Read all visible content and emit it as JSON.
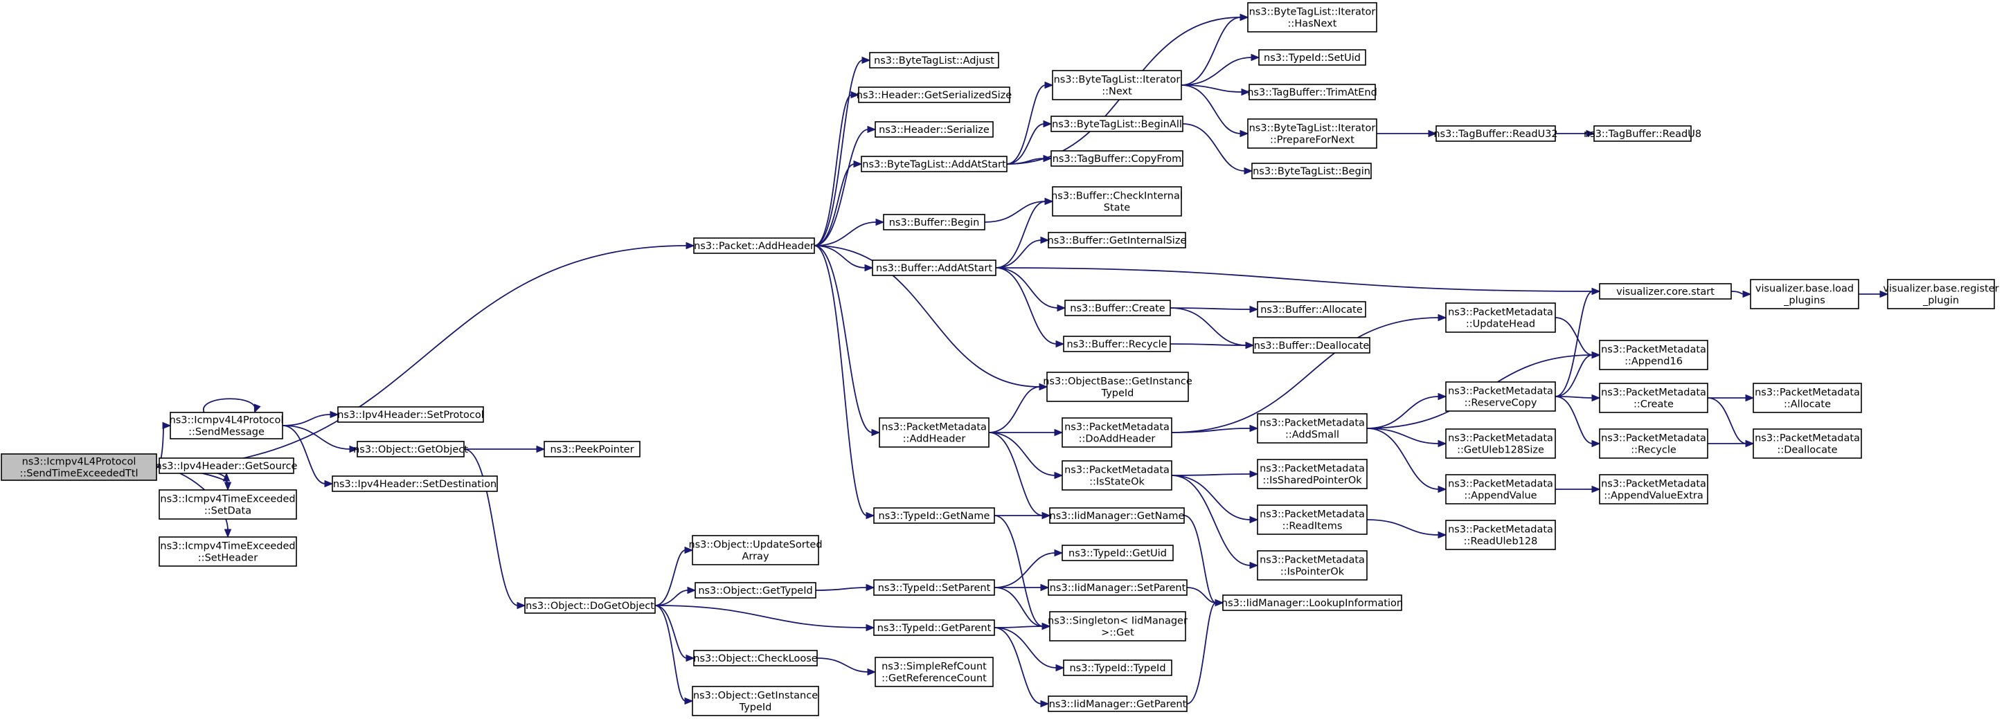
{
  "diagram": {
    "nodes": [
      {
        "id": "root",
        "lines": [
          "ns3::Icmpv4L4Protocol",
          "::SendTimeExceededTtl"
        ],
        "root": true
      },
      {
        "id": "sendMessage",
        "lines": [
          "ns3::Icmpv4L4Protocol",
          "::SendMessage"
        ]
      },
      {
        "id": "ipGetSource",
        "lines": [
          "ns3::Ipv4Header::GetSource"
        ]
      },
      {
        "id": "teSetData",
        "lines": [
          "ns3::Icmpv4TimeExceeded",
          "::SetData"
        ]
      },
      {
        "id": "teSetHeader",
        "lines": [
          "ns3::Icmpv4TimeExceeded",
          "::SetHeader"
        ]
      },
      {
        "id": "ipSetProtocol",
        "lines": [
          "ns3::Ipv4Header::SetProtocol"
        ]
      },
      {
        "id": "objGetObject",
        "lines": [
          "ns3::Object::GetObject"
        ]
      },
      {
        "id": "ipSetDestination",
        "lines": [
          "ns3::Ipv4Header::SetDestination"
        ]
      },
      {
        "id": "peekPointer",
        "lines": [
          "ns3::PeekPointer"
        ]
      },
      {
        "id": "pktAddHeader",
        "lines": [
          "ns3::Packet::AddHeader"
        ]
      },
      {
        "id": "objDoGetObject",
        "lines": [
          "ns3::Object::DoGetObject"
        ]
      },
      {
        "id": "objUpdateSorted",
        "lines": [
          "ns3::Object::UpdateSorted",
          "Array"
        ]
      },
      {
        "id": "objGetTypeId",
        "lines": [
          "ns3::Object::GetTypeId"
        ]
      },
      {
        "id": "objCheckLoose",
        "lines": [
          "ns3::Object::CheckLoose"
        ]
      },
      {
        "id": "objGetInstanceTypeId",
        "lines": [
          "ns3::Object::GetInstance",
          "TypeId"
        ]
      },
      {
        "id": "btlAdjust",
        "lines": [
          "ns3::ByteTagList::Adjust"
        ]
      },
      {
        "id": "hdrGetSerializedSize",
        "lines": [
          "ns3::Header::GetSerializedSize"
        ]
      },
      {
        "id": "hdrSerialize",
        "lines": [
          "ns3::Header::Serialize"
        ]
      },
      {
        "id": "btlAddAtStart",
        "lines": [
          "ns3::ByteTagList::AddAtStart"
        ]
      },
      {
        "id": "bufBegin",
        "lines": [
          "ns3::Buffer::Begin"
        ]
      },
      {
        "id": "bufAddAtStart",
        "lines": [
          "ns3::Buffer::AddAtStart"
        ]
      },
      {
        "id": "pmAddHeader",
        "lines": [
          "ns3::PacketMetadata",
          "::AddHeader"
        ]
      },
      {
        "id": "tidGetName",
        "lines": [
          "ns3::TypeId::GetName"
        ]
      },
      {
        "id": "tidSetParent",
        "lines": [
          "ns3::TypeId::SetParent"
        ]
      },
      {
        "id": "tidGetParent",
        "lines": [
          "ns3::TypeId::GetParent"
        ]
      },
      {
        "id": "srcGetRefCount",
        "lines": [
          "ns3::SimpleRefCount",
          "::GetReferenceCount"
        ]
      },
      {
        "id": "btlItNext",
        "lines": [
          "ns3::ByteTagList::Iterator",
          "::Next"
        ]
      },
      {
        "id": "btlBeginAll",
        "lines": [
          "ns3::ByteTagList::BeginAll"
        ]
      },
      {
        "id": "tbCopyFrom",
        "lines": [
          "ns3::TagBuffer::CopyFrom"
        ]
      },
      {
        "id": "bufCheckInternal",
        "lines": [
          "ns3::Buffer::CheckInternal",
          "State"
        ]
      },
      {
        "id": "bufGetInternalSize",
        "lines": [
          "ns3::Buffer::GetInternalSize"
        ]
      },
      {
        "id": "bufCreate",
        "lines": [
          "ns3::Buffer::Create"
        ]
      },
      {
        "id": "bufRecycle",
        "lines": [
          "ns3::Buffer::Recycle"
        ]
      },
      {
        "id": "obGetInstanceTypeId",
        "lines": [
          "ns3::ObjectBase::GetInstance",
          "TypeId"
        ]
      },
      {
        "id": "pmDoAddHeader",
        "lines": [
          "ns3::PacketMetadata",
          "::DoAddHeader"
        ]
      },
      {
        "id": "pmIsStateOk",
        "lines": [
          "ns3::PacketMetadata",
          "::IsStateOk"
        ]
      },
      {
        "id": "iidGetName",
        "lines": [
          "ns3::IidManager::GetName"
        ]
      },
      {
        "id": "tidGetUid",
        "lines": [
          "ns3::TypeId::GetUid"
        ]
      },
      {
        "id": "iidSetParent",
        "lines": [
          "ns3::IidManager::SetParent"
        ]
      },
      {
        "id": "singletonGet",
        "lines": [
          "ns3::Singleton< IidManager",
          ">::Get"
        ]
      },
      {
        "id": "tidTypeId",
        "lines": [
          "ns3::TypeId::TypeId"
        ]
      },
      {
        "id": "iidGetParent",
        "lines": [
          "ns3::IidManager::GetParent"
        ]
      },
      {
        "id": "btlItHasNext",
        "lines": [
          "ns3::ByteTagList::Iterator",
          "::HasNext"
        ]
      },
      {
        "id": "tidSetUid",
        "lines": [
          "ns3::TypeId::SetUid"
        ]
      },
      {
        "id": "tbTrimAtEnd",
        "lines": [
          "ns3::TagBuffer::TrimAtEnd"
        ]
      },
      {
        "id": "btlItPrepareForNext",
        "lines": [
          "ns3::ByteTagList::Iterator",
          "::PrepareForNext"
        ]
      },
      {
        "id": "btlBegin",
        "lines": [
          "ns3::ByteTagList::Begin"
        ]
      },
      {
        "id": "bufAllocate",
        "lines": [
          "ns3::Buffer::Allocate"
        ]
      },
      {
        "id": "bufDeallocate",
        "lines": [
          "ns3::Buffer::Deallocate"
        ]
      },
      {
        "id": "pmAddSmall",
        "lines": [
          "ns3::PacketMetadata",
          "::AddSmall"
        ]
      },
      {
        "id": "pmIsSharedPointerOk",
        "lines": [
          "ns3::PacketMetadata",
          "::IsSharedPointerOk"
        ]
      },
      {
        "id": "pmReadItems",
        "lines": [
          "ns3::PacketMetadata",
          "::ReadItems"
        ]
      },
      {
        "id": "pmIsPointerOk",
        "lines": [
          "ns3::PacketMetadata",
          "::IsPointerOk"
        ]
      },
      {
        "id": "iidLookupInformation",
        "lines": [
          "ns3::IidManager::LookupInformation"
        ]
      },
      {
        "id": "tbReadU32",
        "lines": [
          "ns3::TagBuffer::ReadU32"
        ]
      },
      {
        "id": "pmUpdateHead",
        "lines": [
          "ns3::PacketMetadata",
          "::UpdateHead"
        ]
      },
      {
        "id": "pmReserveCopy",
        "lines": [
          "ns3::PacketMetadata",
          "::ReserveCopy"
        ]
      },
      {
        "id": "pmGetUleb128Size",
        "lines": [
          "ns3::PacketMetadata",
          "::GetUleb128Size"
        ]
      },
      {
        "id": "pmAppendValue",
        "lines": [
          "ns3::PacketMetadata",
          "::AppendValue"
        ]
      },
      {
        "id": "pmReadUleb128",
        "lines": [
          "ns3::PacketMetadata",
          "::ReadUleb128"
        ]
      },
      {
        "id": "tbReadU8",
        "lines": [
          "ns3::TagBuffer::ReadU8"
        ]
      },
      {
        "id": "vizCoreStart",
        "lines": [
          "visualizer.core.start"
        ]
      },
      {
        "id": "pmAppend16",
        "lines": [
          "ns3::PacketMetadata",
          "::Append16"
        ]
      },
      {
        "id": "pmCreate",
        "lines": [
          "ns3::PacketMetadata",
          "::Create"
        ]
      },
      {
        "id": "pmRecycle",
        "lines": [
          "ns3::PacketMetadata",
          "::Recycle"
        ]
      },
      {
        "id": "pmAppendValueExtra",
        "lines": [
          "ns3::PacketMetadata",
          "::AppendValueExtra"
        ]
      },
      {
        "id": "vizBaseLoadPlugins",
        "lines": [
          "visualizer.base.load",
          "_plugins"
        ]
      },
      {
        "id": "pmAllocate",
        "lines": [
          "ns3::PacketMetadata",
          "::Allocate"
        ]
      },
      {
        "id": "pmDeallocate",
        "lines": [
          "ns3::PacketMetadata",
          "::Deallocate"
        ]
      },
      {
        "id": "vizBaseRegisterPlugin",
        "lines": [
          "visualizer.base.register",
          "_plugin"
        ]
      }
    ],
    "edges": [
      [
        "root",
        "pktAddHeader"
      ],
      [
        "root",
        "sendMessage"
      ],
      [
        "root",
        "ipGetSource"
      ],
      [
        "root",
        "teSetData"
      ],
      [
        "root",
        "teSetHeader"
      ],
      [
        "sendMessage",
        "sendMessage"
      ],
      [
        "sendMessage",
        "ipSetProtocol"
      ],
      [
        "sendMessage",
        "objGetObject"
      ],
      [
        "sendMessage",
        "ipSetDestination"
      ],
      [
        "objGetObject",
        "peekPointer"
      ],
      [
        "objGetObject",
        "objDoGetObject"
      ],
      [
        "pktAddHeader",
        "btlAdjust"
      ],
      [
        "pktAddHeader",
        "hdrGetSerializedSize"
      ],
      [
        "pktAddHeader",
        "hdrSerialize"
      ],
      [
        "pktAddHeader",
        "btlAddAtStart"
      ],
      [
        "pktAddHeader",
        "bufBegin"
      ],
      [
        "pktAddHeader",
        "bufAddAtStart"
      ],
      [
        "pktAddHeader",
        "obGetInstanceTypeId"
      ],
      [
        "pktAddHeader",
        "pmAddHeader"
      ],
      [
        "pktAddHeader",
        "tidGetName"
      ],
      [
        "objDoGetObject",
        "objUpdateSorted"
      ],
      [
        "objDoGetObject",
        "objGetTypeId"
      ],
      [
        "objDoGetObject",
        "tidGetParent"
      ],
      [
        "objDoGetObject",
        "objCheckLoose"
      ],
      [
        "objDoGetObject",
        "objGetInstanceTypeId"
      ],
      [
        "objGetTypeId",
        "tidSetParent"
      ],
      [
        "objCheckLoose",
        "srcGetRefCount"
      ],
      [
        "btlAddAtStart",
        "btlItHasNext"
      ],
      [
        "btlAddAtStart",
        "btlItNext"
      ],
      [
        "btlAddAtStart",
        "btlBeginAll"
      ],
      [
        "btlAddAtStart",
        "tbCopyFrom"
      ],
      [
        "btlItNext",
        "btlItHasNext"
      ],
      [
        "btlItNext",
        "tidSetUid"
      ],
      [
        "btlItNext",
        "tbTrimAtEnd"
      ],
      [
        "btlItNext",
        "btlItPrepareForNext"
      ],
      [
        "btlItPrepareForNext",
        "tbReadU32"
      ],
      [
        "tbReadU32",
        "tbReadU8"
      ],
      [
        "btlBeginAll",
        "btlBegin"
      ],
      [
        "bufBegin",
        "bufCheckInternal"
      ],
      [
        "bufAddAtStart",
        "bufCheckInternal"
      ],
      [
        "bufAddAtStart",
        "bufGetInternalSize"
      ],
      [
        "bufAddAtStart",
        "vizCoreStart"
      ],
      [
        "bufAddAtStart",
        "bufCreate"
      ],
      [
        "bufAddAtStart",
        "bufRecycle"
      ],
      [
        "bufCreate",
        "bufAllocate"
      ],
      [
        "bufCreate",
        "bufDeallocate"
      ],
      [
        "bufRecycle",
        "bufDeallocate"
      ],
      [
        "pmAddHeader",
        "obGetInstanceTypeId"
      ],
      [
        "pmAddHeader",
        "pmDoAddHeader"
      ],
      [
        "pmAddHeader",
        "pmIsStateOk"
      ],
      [
        "pmAddHeader",
        "iidGetName"
      ],
      [
        "pmDoAddHeader",
        "pmUpdateHead"
      ],
      [
        "pmDoAddHeader",
        "pmAddSmall"
      ],
      [
        "pmIsStateOk",
        "pmIsSharedPointerOk"
      ],
      [
        "pmIsStateOk",
        "pmReadItems"
      ],
      [
        "pmIsStateOk",
        "pmIsPointerOk"
      ],
      [
        "pmReadItems",
        "pmReadUleb128"
      ],
      [
        "pmAddSmall",
        "pmAppend16"
      ],
      [
        "pmAddSmall",
        "pmReserveCopy"
      ],
      [
        "pmAddSmall",
        "pmGetUleb128Size"
      ],
      [
        "pmAddSmall",
        "pmAppendValue"
      ],
      [
        "pmUpdateHead",
        "pmAppend16"
      ],
      [
        "pmReserveCopy",
        "vizCoreStart"
      ],
      [
        "pmReserveCopy",
        "pmAppend16"
      ],
      [
        "pmReserveCopy",
        "pmCreate"
      ],
      [
        "pmReserveCopy",
        "pmRecycle"
      ],
      [
        "pmCreate",
        "pmAllocate"
      ],
      [
        "pmCreate",
        "pmDeallocate"
      ],
      [
        "pmRecycle",
        "pmDeallocate"
      ],
      [
        "pmAppendValue",
        "pmAppendValueExtra"
      ],
      [
        "vizCoreStart",
        "vizBaseLoadPlugins"
      ],
      [
        "vizBaseLoadPlugins",
        "vizBaseRegisterPlugin"
      ],
      [
        "tidGetName",
        "iidGetName"
      ],
      [
        "tidGetName",
        "singletonGet"
      ],
      [
        "iidGetName",
        "iidLookupInformation"
      ],
      [
        "tidSetParent",
        "tidGetUid"
      ],
      [
        "tidSetParent",
        "iidSetParent"
      ],
      [
        "tidSetParent",
        "singletonGet"
      ],
      [
        "iidSetParent",
        "iidLookupInformation"
      ],
      [
        "tidGetParent",
        "singletonGet"
      ],
      [
        "tidGetParent",
        "tidTypeId"
      ],
      [
        "tidGetParent",
        "iidGetParent"
      ],
      [
        "iidGetParent",
        "iidLookupInformation"
      ]
    ]
  }
}
